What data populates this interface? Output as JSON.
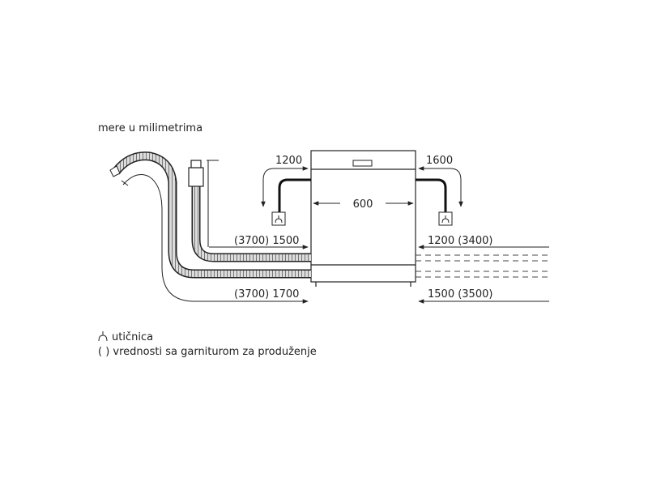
{
  "caption": "mere u milimetrima",
  "dimensions": {
    "left_top_clearance": "1200",
    "right_top_clearance": "1600",
    "appliance_width": "600",
    "left_upper_hose": "(3700) 1500",
    "right_upper_hose": "1200 (3400)",
    "left_lower_hose": "(3700) 1700",
    "right_lower_hose": "1500 (3500)"
  },
  "legend": {
    "socket_symbol_label": "utičnica",
    "extension_symbol": "( )",
    "extension_label": "vrednosti sa garniturom za produženje"
  },
  "icons": [
    "socket-icon",
    "drain-hose-icon",
    "inlet-hose-icon",
    "dishwasher-front-icon"
  ],
  "colors": {
    "line": "#222222",
    "hose_fill": "#d9d9d9",
    "background": "#ffffff"
  }
}
